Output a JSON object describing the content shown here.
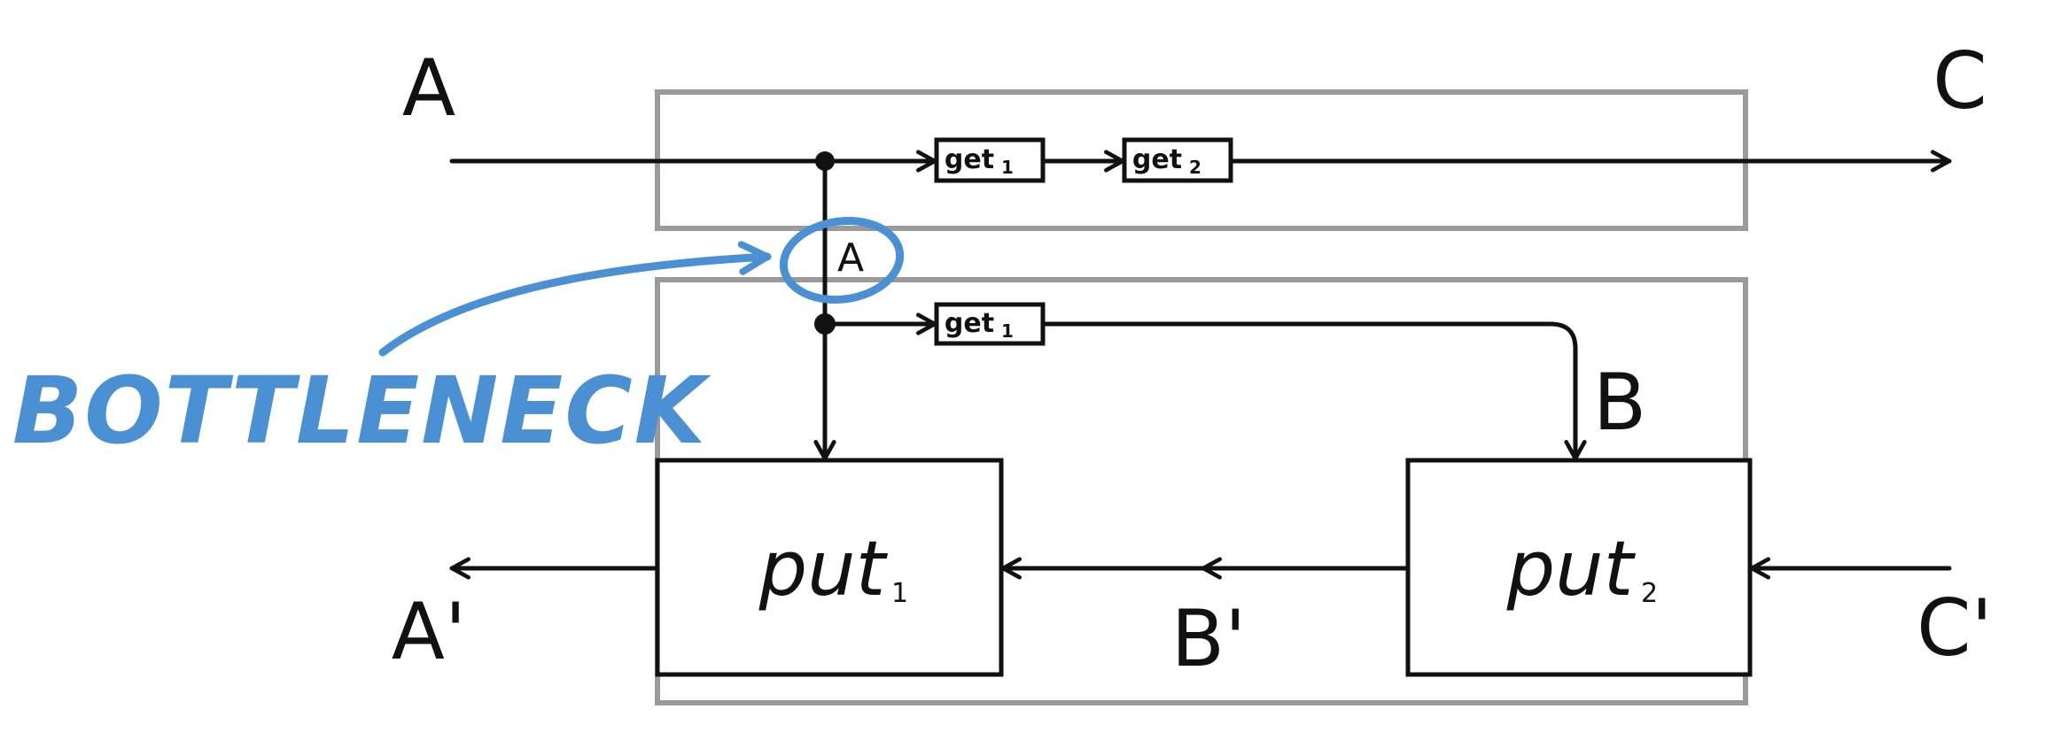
{
  "diagram": {
    "nodes": {
      "a_top": "A",
      "c_top": "C",
      "a_mid": "A",
      "b": "B",
      "a_prime": "A'",
      "b_prime": "B'",
      "c_prime": "C'"
    },
    "ops": {
      "get1_top": {
        "base": "get",
        "sub": "1"
      },
      "get2_top": {
        "base": "get",
        "sub": "2"
      },
      "get1_bottom": {
        "base": "get",
        "sub": "1"
      },
      "put1": {
        "base": "put",
        "sub": "1"
      },
      "put2": {
        "base": "put",
        "sub": "2"
      }
    },
    "annotation": {
      "text": "BOTTLENECK",
      "color": "#4a90d2"
    },
    "colors": {
      "ink": "#111111",
      "frame": "#9a9a9a",
      "annotation": "#4a90d2"
    }
  }
}
